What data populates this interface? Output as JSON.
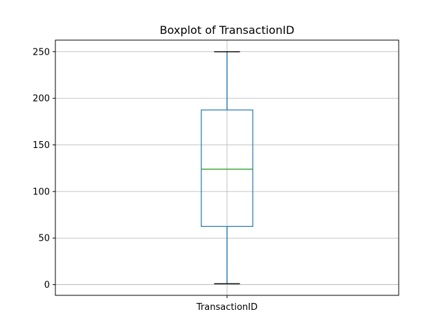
{
  "chart_data": {
    "type": "box",
    "title": "Boxplot of TransactionID",
    "xlabel": "",
    "ylabel": "",
    "categories": [
      "TransactionID"
    ],
    "boxes": [
      {
        "name": "TransactionID",
        "min": 1,
        "q1": 62.5,
        "median": 124,
        "q3": 187.5,
        "max": 250
      }
    ],
    "ylim": [
      -11.45,
      262.45
    ],
    "yticks": [
      0,
      50,
      100,
      150,
      200,
      250
    ],
    "grid": true,
    "legend": "none"
  },
  "colors": {
    "box": "#1f77b4",
    "whisker": "#1f77b4",
    "median": "#2ca02c",
    "caps": "#000000",
    "grid": "#b0b0b0",
    "axes": "#000000"
  }
}
